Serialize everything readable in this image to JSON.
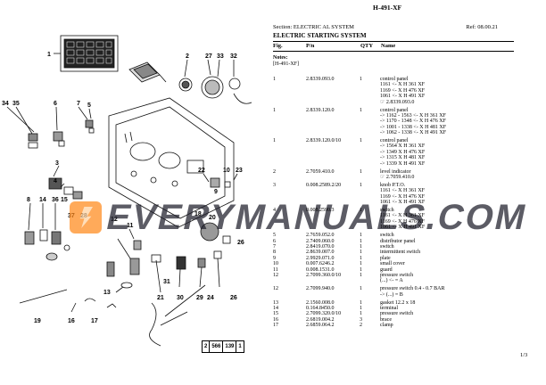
{
  "header": {
    "model": "H-491-XF"
  },
  "section": {
    "label": "Section: ELECTRIC AL SYSTEM",
    "ref": "Ref: 08.00.21"
  },
  "title": "ELECTRIC STARTING SYSTEM",
  "columns": {
    "fig": "Fig.",
    "pn": "P/n",
    "qty": "QTY",
    "name": "Name"
  },
  "notes": {
    "label": "Notes:",
    "text": "[H-491-XF]"
  },
  "rows": [
    {
      "fig": "1",
      "pn": "2.8339.093.0",
      "qty": "1",
      "name": [
        "control panel",
        "1161 <- X H 361 XF",
        "1169 <- X H 476 XF",
        "1061 <- X H 491 XF",
        "☞ 2.8339.093.0"
      ]
    },
    {
      "fig": "1",
      "pn": "2.8339.120.0",
      "qty": "1",
      "name": [
        "control panel",
        "-> 1162 - 1563 <- X H 361 XF",
        "-> 1170 - 1348 <- X H 476 XF",
        "-> 1001 - 1338 <- X H 481 XF",
        "-> 1062 - 1338 <- X H 491 XF"
      ]
    },
    {
      "fig": "1",
      "pn": "2.8339.120.0/10",
      "qty": "1",
      "name": [
        "control panel",
        "-> 1564 X H 361 XF",
        "-> 1349 X H 476 XF",
        "-> 1315 X H 481 XF",
        "-> 1339 X H 491 XF"
      ]
    },
    {
      "fig": "2",
      "pn": "2.7059.410.0",
      "qty": "1",
      "name": [
        "level indicator",
        "☞ 2.7059.410.0"
      ]
    },
    {
      "fig": "3",
      "pn": "0.008.2589.2/20",
      "qty": "1",
      "name": [
        "knob P.T.O.",
        "1161 <- X H 361 XF",
        "1169 <- X H 476 XF",
        "1061 <- X H 491 XF"
      ]
    },
    {
      "fig": "4",
      "pn": "0.008.2590.3",
      "qty": "1",
      "name": [
        "switch",
        "1161 <- X H 361 XF",
        "1169 <- X H 476 XF",
        "1061 <- X H 491 XF"
      ]
    },
    {
      "fig": "5",
      "pn": "2.7659.052.0",
      "qty": "1",
      "name": [
        "switch"
      ]
    },
    {
      "fig": "6",
      "pn": "2.7409.060.0",
      "qty": "1",
      "name": [
        "distributor panel"
      ]
    },
    {
      "fig": "7",
      "pn": "2.8419.070.0",
      "qty": "1",
      "name": [
        "switch"
      ]
    },
    {
      "fig": "8",
      "pn": "2.8639.007.0",
      "qty": "1",
      "name": [
        "intermittent switch"
      ]
    },
    {
      "fig": "9",
      "pn": "2.9929.071.0",
      "qty": "1",
      "name": [
        "plate"
      ]
    },
    {
      "fig": "10",
      "pn": "0.007.6246.2",
      "qty": "1",
      "name": [
        "small cover"
      ]
    },
    {
      "fig": "11",
      "pn": "0.008.1531.0",
      "qty": "1",
      "name": [
        "guard"
      ]
    },
    {
      "fig": "12",
      "pn": "2.7099.360.0/10",
      "qty": "1",
      "name": [
        "pressure switch",
        "(...) <- = A"
      ]
    },
    {
      "fig": "12",
      "pn": "2.7099.940.0",
      "qty": "1",
      "name": [
        "pressure switch 0.4 - 0.7 BAR",
        "-> (...) = B"
      ]
    },
    {
      "fig": "13",
      "pn": "2.1560.008.0",
      "qty": "1",
      "name": [
        "gasket 12.2 x 18"
      ]
    },
    {
      "fig": "14",
      "pn": "0.164.8450.0",
      "qty": "1",
      "name": [
        "terminal"
      ]
    },
    {
      "fig": "15",
      "pn": "2.7099.320.0/10",
      "qty": "1",
      "name": [
        "pressure switch"
      ]
    },
    {
      "fig": "16",
      "pn": "2.6819.004.2",
      "qty": "3",
      "name": [
        "brace"
      ]
    },
    {
      "fig": "17",
      "pn": "2.6859.064.2",
      "qty": "2",
      "name": [
        "clamp"
      ]
    }
  ],
  "pager": "1/3",
  "diagram": {
    "ref_box": [
      "2",
      "566",
      "139",
      "1"
    ],
    "callouts": [
      "1",
      "2",
      "27",
      "33",
      "32",
      "34",
      "35",
      "6",
      "7",
      "5",
      "3",
      "4",
      "22",
      "10",
      "23",
      "9",
      "8",
      "14",
      "36",
      "15",
      "37",
      "28",
      "12",
      "11",
      "18",
      "20",
      "26",
      "13",
      "21",
      "30",
      "29",
      "24",
      "19",
      "16",
      "17",
      "31"
    ]
  },
  "watermark": "EVERYMANUALS.COM"
}
